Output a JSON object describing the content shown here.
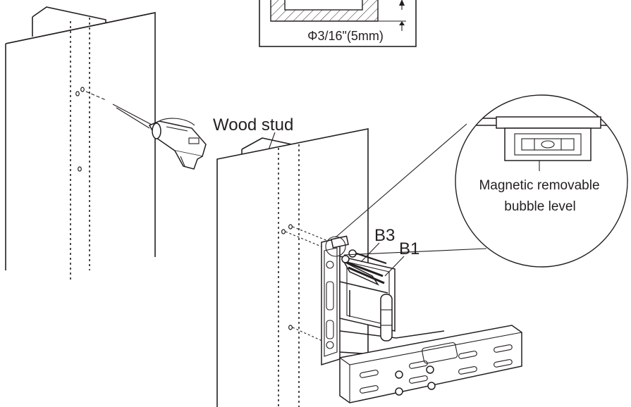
{
  "diagram": {
    "labels": {
      "drill_size": "Φ3/16\"(5mm)",
      "wood_stud": "Wood stud",
      "callout_b3": "B3",
      "callout_b1": "B1",
      "level_line1": "Magnetic removable",
      "level_line2": "bubble level"
    }
  }
}
